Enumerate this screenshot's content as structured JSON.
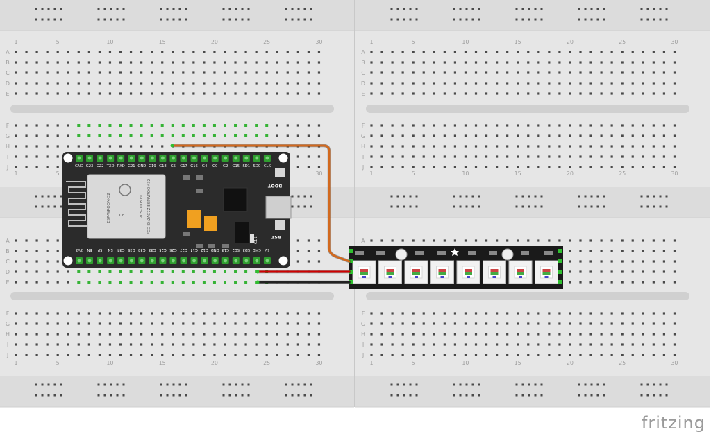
{
  "app": {
    "brand": "fritzing"
  },
  "breadboards": [
    {
      "id": "left",
      "columns": 30
    },
    {
      "id": "right",
      "columns": 30
    }
  ],
  "row_letters_top": [
    "A",
    "B",
    "C",
    "D",
    "E"
  ],
  "row_letters_bottom": [
    "F",
    "G",
    "H",
    "I",
    "J"
  ],
  "column_numbers": [
    "1",
    "5",
    "10",
    "15",
    "20",
    "25",
    "30"
  ],
  "esp32": {
    "module_text": [
      "ESP-WROOM-32",
      "205-000519",
      "FCC ID:2AC7Z-ESPWROOM32"
    ],
    "boot_label": "BOOT",
    "rst_label": "RST",
    "top_pins": [
      "GND",
      "G23",
      "G22",
      "TXD",
      "RXD",
      "G21",
      "GND",
      "G19",
      "G18",
      "G5",
      "G17",
      "G16",
      "G4",
      "G0",
      "G2",
      "G15",
      "SD1",
      "SD0",
      "CLK"
    ],
    "bottom_pins": [
      "3V3",
      "EN",
      "SP",
      "SN",
      "G34",
      "G35",
      "G32",
      "G33",
      "G25",
      "G26",
      "G27",
      "G14",
      "G12",
      "GND",
      "G13",
      "SD2",
      "SD3",
      "CMD",
      "5V"
    ],
    "led_label": "G11"
  },
  "neopixel_stick": {
    "pixels": 8
  },
  "colors": {
    "board_bg": "#e6e6e6",
    "hole": "#4a4a4a",
    "hole_active": "#36b336",
    "wire_signal": "#d2691e",
    "wire_power": "#d00000",
    "wire_ground": "#222222",
    "esp_board": "#2b2b2b",
    "neopixel_board": "#1a1a1a"
  }
}
